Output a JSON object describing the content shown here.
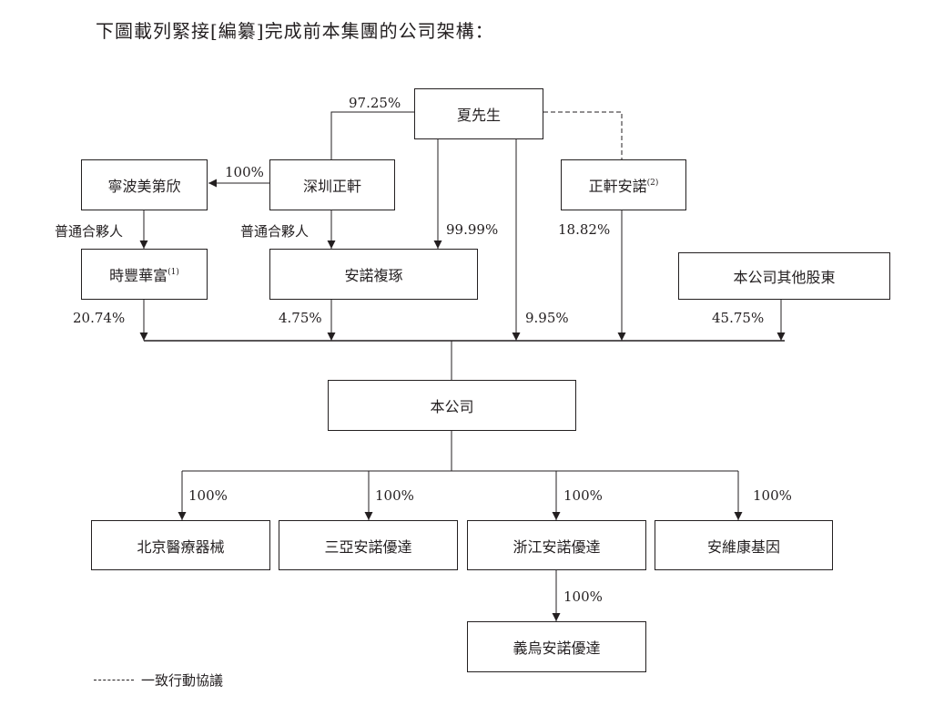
{
  "title": "下圖載列緊接[編纂]完成前本集團的公司架構：",
  "entities": {
    "mr_xia": "夏先生",
    "ningbo": "寧波美第欣",
    "shenzhen": "深圳正軒",
    "zhengxuan": "正軒安諾",
    "zhengxuan_note": "(2)",
    "shifeng": "時豐華富",
    "shifeng_note": "(1)",
    "anuo_fuzhuo": "安諾複琢",
    "other_shareholders": "本公司其他股東",
    "company": "本公司",
    "beijing": "北京醫療器械",
    "sanya": "三亞安諾優達",
    "zhejiang": "浙江安諾優達",
    "anweikang": "安維康基因",
    "yiwu": "義烏安諾優達"
  },
  "labels": {
    "xia_to_shenzhen": "97.25%",
    "shenzhen_to_ningbo": "100%",
    "ningbo_gp": "普通合夥人",
    "shenzhen_gp": "普通合夥人",
    "xia_to_anuo": "99.99%",
    "zhengxuan_to_company": "18.82%",
    "shifeng_to_company": "20.74%",
    "anuo_to_company": "4.75%",
    "xia_to_company": "9.95%",
    "others_to_company": "45.75%",
    "to_beijing": "100%",
    "to_sanya": "100%",
    "to_zhejiang": "100%",
    "to_anweikang": "100%",
    "to_yiwu": "100%"
  },
  "legend": {
    "dashed": "一致行動協議"
  }
}
